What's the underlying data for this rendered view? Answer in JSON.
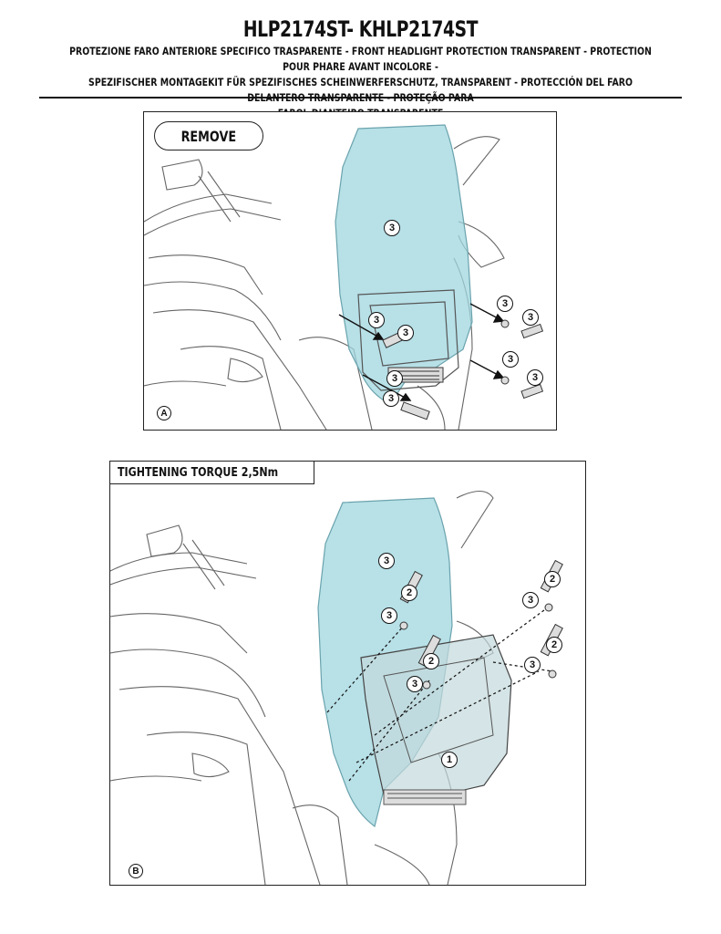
{
  "header": {
    "title": "HLP2174ST- KHLP2174ST",
    "subtitle": [
      "PROTEZIONE FARO ANTERIORE SPECIFICO TRASPARENTE  -  FRONT HEADLIGHT PROTECTION TRANSPARENT -  PROTECTION POUR PHARE AVANT INCOLORE  -",
      "SPEZIFISCHER MONTAGEKIT FÜR SPEZIFISCHES SCHEINWERFERSCHUTZ, TRANSPARENT  -  PROTECCIÓN DEL FARO DELANTERO TRANSPARENTE - PROTEÇÃO PARA",
      "FAROL DIANTEIRO TRANSPARENTE"
    ]
  },
  "panel_a": {
    "label": "REMOVE",
    "corner": "A",
    "callouts": [
      "3",
      "3",
      "3",
      "3",
      "3",
      "3",
      "3",
      "3",
      "3"
    ]
  },
  "panel_b": {
    "label": "TIGHTENING TORQUE 2,5Nm",
    "corner": "B",
    "callouts": [
      "3",
      "2",
      "3",
      "2",
      "3",
      "2",
      "3",
      "2",
      "3",
      "1"
    ]
  },
  "colors": {
    "screen_fill": "#9fd6df",
    "line": "#555555",
    "text": "#111111"
  }
}
